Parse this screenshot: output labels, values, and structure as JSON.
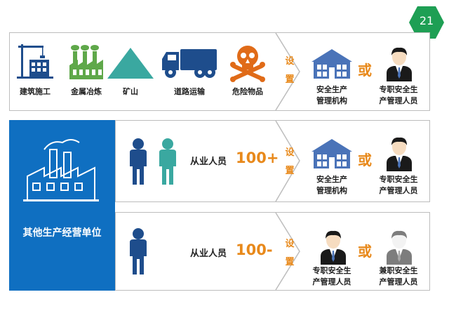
{
  "page_number": "21",
  "row1": {
    "industries": [
      {
        "label": "建筑施工",
        "icon": "crane-building-icon"
      },
      {
        "label": "金属冶炼",
        "icon": "smelter-factory-icon"
      },
      {
        "label": "矿山",
        "icon": "mountain-icon"
      },
      {
        "label": "道路运输",
        "icon": "truck-icon"
      },
      {
        "label": "危险物品",
        "icon": "skull-crossbones-icon"
      }
    ],
    "setup": "设置",
    "option_a": "安全生产\n管理机构",
    "or": "或",
    "option_b": "专职安全生\n产管理人员"
  },
  "other_units": {
    "label": "其他生产经营单位",
    "icon": "factory-icon"
  },
  "row2": {
    "employees_label": "从业人员",
    "threshold": "100+",
    "setup": "设置",
    "option_a": "安全生产\n管理机构",
    "or": "或",
    "option_b": "专职安全生\n产管理人员"
  },
  "row3": {
    "employees_label": "从业人员",
    "threshold": "100-",
    "setup": "设置",
    "option_a": "专职安全生\n产管理人员",
    "or": "或",
    "option_b": "兼职安全生\n产管理人员"
  },
  "colors": {
    "blue": "#0f6fc1",
    "dark_blue": "#1e4d8c",
    "teal": "#3aa8a0",
    "orange": "#e8891b",
    "green": "#1e9f54",
    "mountain": "#3aa8a0",
    "skull": "#e06b18"
  }
}
